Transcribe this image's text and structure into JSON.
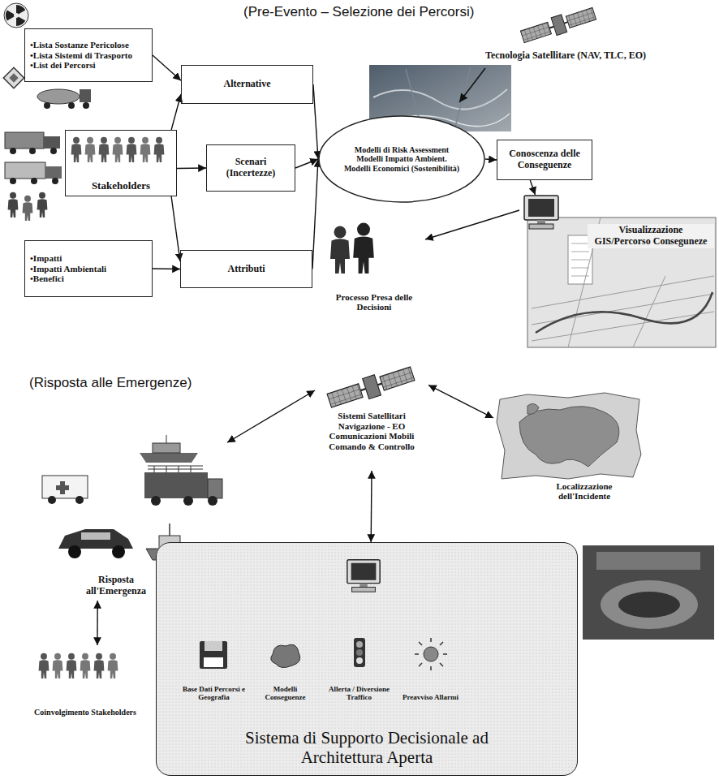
{
  "diagram": {
    "nodes": [
      {
        "text": [
          "•Lista Sostanze Pericolose",
          "•Lista Sistemi di Trasporto",
          "•List dei Percorsi"
        ]
      },
      {
        "text": [
          "Alternative"
        ]
      },
      {
        "text": [
          "Stakeholders"
        ]
      },
      {
        "text": [
          "Scenari (Incertezze)"
        ]
      },
      {
        "text": [
          "•Impatti",
          "•Impatti Ambientali",
          "•Benefici"
        ]
      },
      {
        "text": [
          "Attributi"
        ]
      },
      {
        "text": [
          "Modelli di Risk Assessment",
          "Modelli Impatto Ambient.",
          "Modelli Economici (Sostenibilità)"
        ]
      },
      {
        "text": [
          "Conoscenza delle Conseguenze"
        ]
      },
      {
        "text": [
          "Visualizzazione GIS/Percorso Conseguneze"
        ]
      },
      {
        "text": [
          "Processo Presa delle Decisioni"
        ]
      },
      {
        "text": [
          "Sistemi Satellitari",
          "Navigazione - EO",
          "Comunicazioni Mobili",
          "Comando & Controllo"
        ]
      },
      {
        "text": [
          "Localizzazione dell'Incidente"
        ]
      },
      {
        "text": [
          "Risposta all'Emergenza"
        ]
      },
      {
        "text": [
          "Coinvolgimento Stakeholders"
        ]
      },
      {
        "text": [
          "Sistema di Supporto Decisionale ad Architettura Aperta"
        ]
      },
      {
        "text": [
          "Base Dati Percorsi e Geografia"
        ],
        "in": 14
      },
      {
        "text": [
          "Modelli Conseguenze"
        ],
        "in": 14
      },
      {
        "text": [
          "Allerta / Diversione Traffico"
        ],
        "in": 14
      },
      {
        "text": [
          "Preavviso Allarmi"
        ],
        "in": 14
      }
    ],
    "edges": [
      {
        "from": 0,
        "to": 1,
        "arrow": "to"
      },
      {
        "from": 2,
        "to": 1,
        "arrow": "to"
      },
      {
        "from": 2,
        "to": 3,
        "arrow": "to"
      },
      {
        "from": 2,
        "to": 5,
        "arrow": "to"
      },
      {
        "from": 4,
        "to": 5,
        "arrow": "to"
      },
      {
        "from": 1,
        "to": 6,
        "arrow": "to"
      },
      {
        "from": 3,
        "to": 6,
        "arrow": "to"
      },
      {
        "from": 5,
        "to": 6,
        "arrow": "to"
      },
      {
        "from": 6,
        "to": 7,
        "arrow": "to"
      },
      {
        "from": 7,
        "to": 8,
        "arrow": "to"
      },
      {
        "from": 8,
        "to": 9,
        "arrow": "to"
      },
      {
        "from": 10,
        "to": 12,
        "arrow": "both"
      },
      {
        "from": 10,
        "to": 11,
        "arrow": "both"
      },
      {
        "from": 10,
        "to": 14,
        "arrow": "both"
      },
      {
        "from": 12,
        "to": 13,
        "arrow": "both"
      }
    ],
    "labels": [
      "(Pre-Evento – Selezione dei Percorsi)",
      "Tecnologia Satellitare (NAV, TLC, EO)",
      "(Risposta alle Emergenze)"
    ]
  }
}
